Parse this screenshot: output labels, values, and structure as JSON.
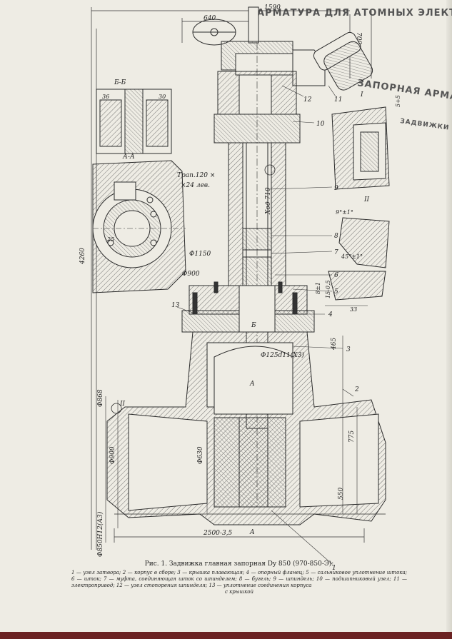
{
  "header": {
    "text": "АРМАТУРА ДЛЯ АТОМНЫХ ЭЛЕКТРОСТАН"
  },
  "side_texts": {
    "t1": "ЗАПОРНАЯ АРМАТ",
    "t2": "ЗАДВИЖКИ"
  },
  "sections": {
    "bb": "Б-Б",
    "aa": "А-А",
    "detail_1": "I",
    "detail_2": "II"
  },
  "dims": {
    "d1590": "1590",
    "d640": "640",
    "d700": "700",
    "d4260": "4260",
    "d2500": "2500-3,5",
    "d465": "465",
    "d775": "775",
    "d550": "550",
    "d630": "Φ630",
    "d900": "Φ900",
    "d850": "Φ850Н12(А3)",
    "d868": "Φ868",
    "d1150": "Φ1150",
    "d900b": "Φ900",
    "d125": "Φ125d11(X3)",
    "thread": "Трап.120 ×",
    "thread2": "×24 лев.",
    "stroke": "Ход 710",
    "d51": "5+5",
    "ang1": "9°±1°",
    "ang2": "45°±1°",
    "d8": "8±1",
    "d1505": "15-0,5",
    "d33": "33",
    "d36": "36",
    "d30": "30",
    "d25": "25"
  },
  "markers": {
    "a_left": "A",
    "a_mid": "A",
    "b_mark": "Б",
    "ii_mark": "II"
  },
  "callouts": [
    "1",
    "2",
    "3",
    "4",
    "5",
    "6",
    "7",
    "8",
    "9",
    "10",
    "11",
    "12",
    "13"
  ],
  "caption": {
    "title": "Рис. 1. Задвижка главная запорная Dy 850 (970-850-Э):",
    "legend": "1 — узел затвора; 2 — корпус в сборе; 3 — крышка плавающая; 4 — опорный фланец; 5 — сальниковое уплотнение штока; 6 — шток; 7 — муфта, соединяющая шток со шпинделем; 8 — бугель; 9 — шпиндель; 10 — подшипниковый узел; 11 — электропривод; 12 — узел стопорения шпинделя; 13 — уплотнение соединения корпуса",
    "legend_end": "с крышкой"
  },
  "colors": {
    "ink": "#2b2b2b",
    "paper": "#eeece4",
    "hatch": "#555555",
    "border": "#7a2a2a"
  }
}
